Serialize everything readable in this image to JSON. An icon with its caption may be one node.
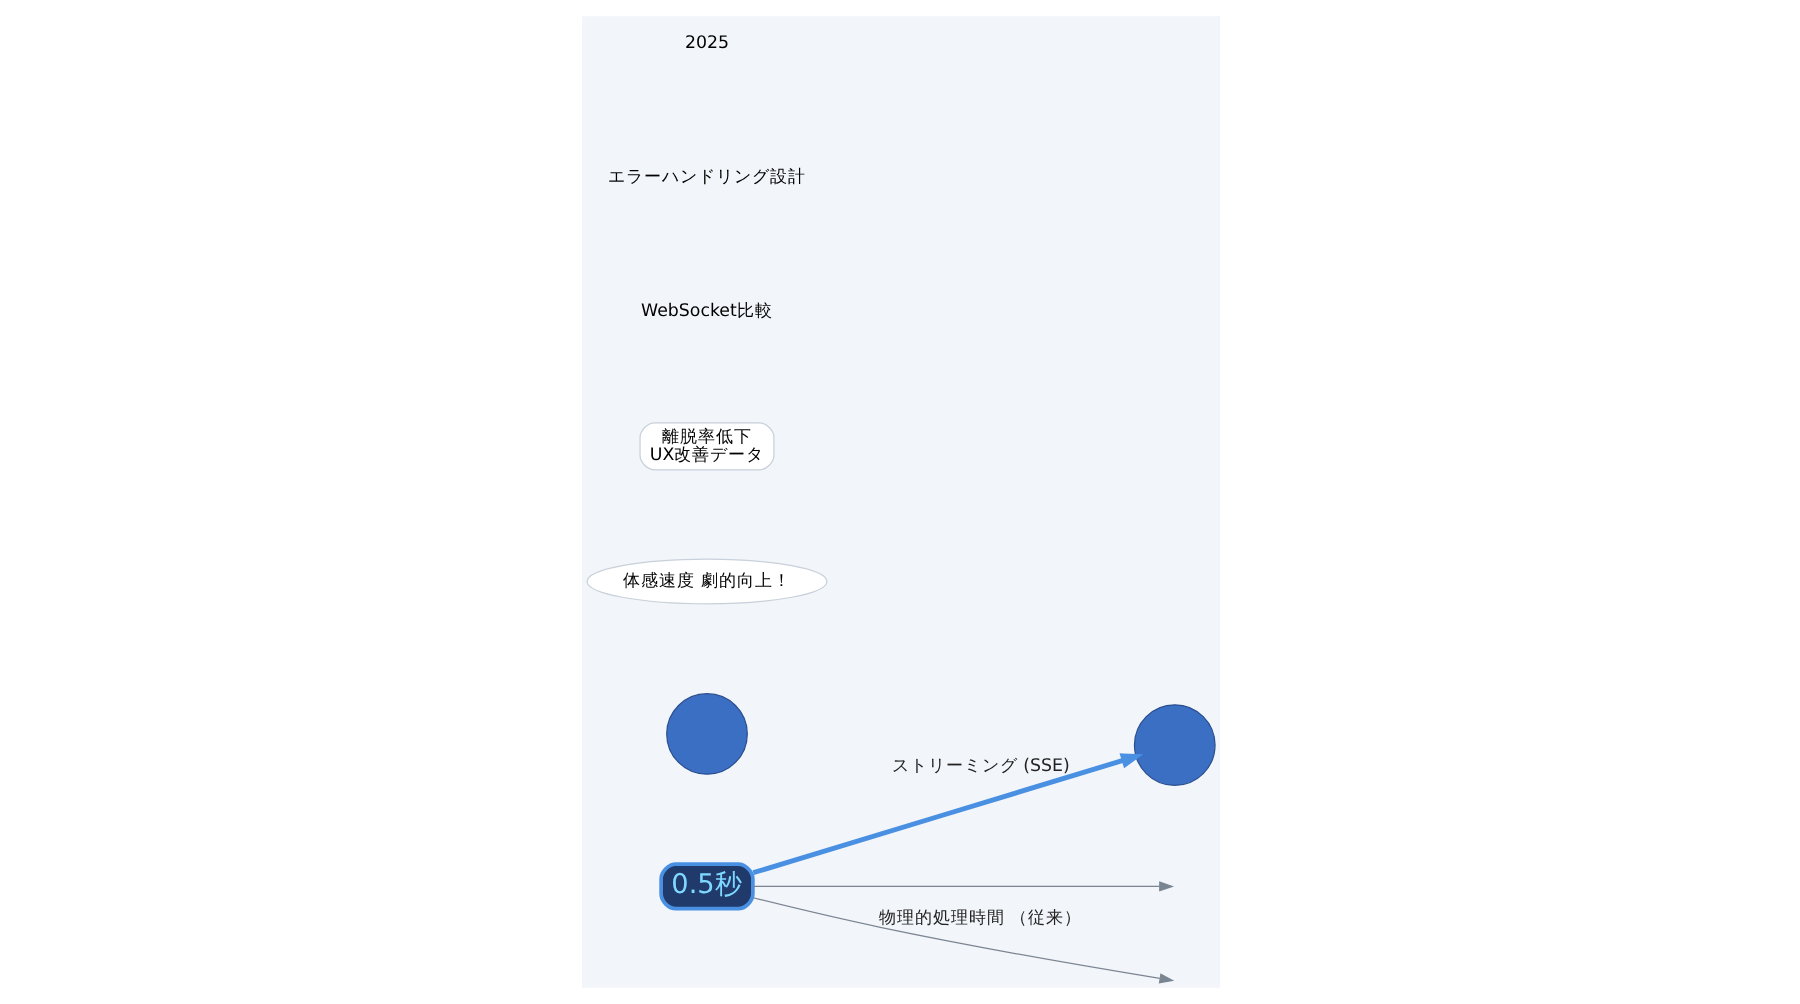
{
  "diagram": {
    "nodes": [
      {
        "text": [
          "0.5秒"
        ]
      },
      {
        "text": [],
        "shape": "person"
      },
      {
        "text": [],
        "shape": "person"
      },
      {
        "text": [
          "体感速度 劇的向上！"
        ]
      },
      {
        "text": [
          "離脱率低下",
          "UX改善データ"
        ]
      }
    ],
    "edges": [
      {
        "from": 0,
        "to": 2,
        "arrow": "to",
        "label": "ストリーミング (SSE)",
        "style": "thick",
        "color": "#4a90e2"
      },
      {
        "from": 0,
        "to": null,
        "arrow": "to",
        "label": "物理的処理時間 （従来）",
        "color": "#7a8592"
      },
      {
        "from": 0,
        "to": null,
        "arrow": "to",
        "color": "#7a8592"
      }
    ],
    "labels": [
      "WebSocket比較",
      "エラーハンドリング設計",
      "2025"
    ]
  }
}
